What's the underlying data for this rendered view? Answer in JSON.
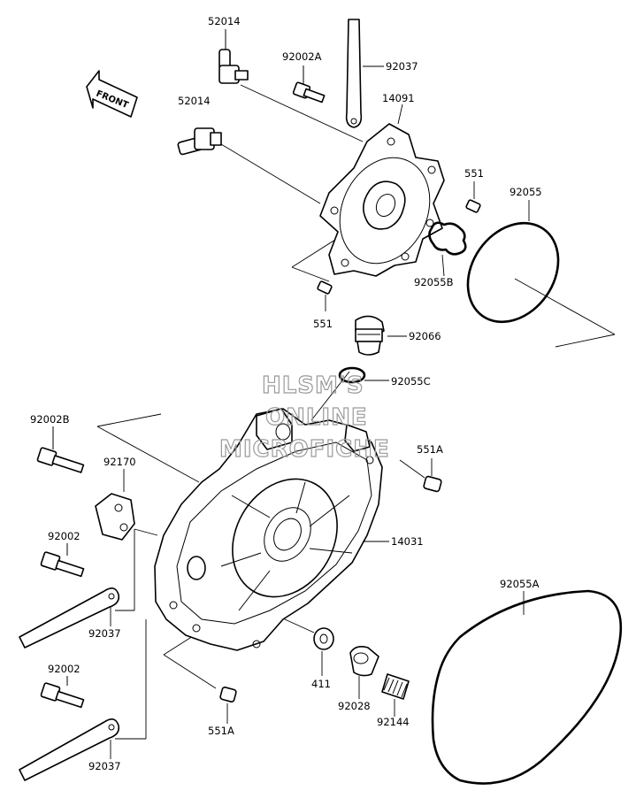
{
  "front_arrow": {
    "text": "FRONT"
  },
  "watermark": {
    "line1": "HLSM'S",
    "line2": "ONLINE",
    "line3": "MICROFICHE"
  },
  "labels": {
    "p52014_top": "52014",
    "p52014_mid": "52014",
    "p92002A": "92002A",
    "p92037_top": "92037",
    "p14091": "14091",
    "p551_right": "551",
    "p92055": "92055",
    "p92055B": "92055B",
    "p551_left": "551",
    "p92066": "92066",
    "p92055C": "92055C",
    "p92002B": "92002B",
    "p551A_top": "551A",
    "p92170": "92170",
    "p14031": "14031",
    "p92002_mid": "92002",
    "p92055A": "92055A",
    "p92037_mid": "92037",
    "p411": "411",
    "p92028": "92028",
    "p92144": "92144",
    "p92002_low": "92002",
    "p551A_bottom": "551A",
    "p92037_bottom": "92037"
  }
}
